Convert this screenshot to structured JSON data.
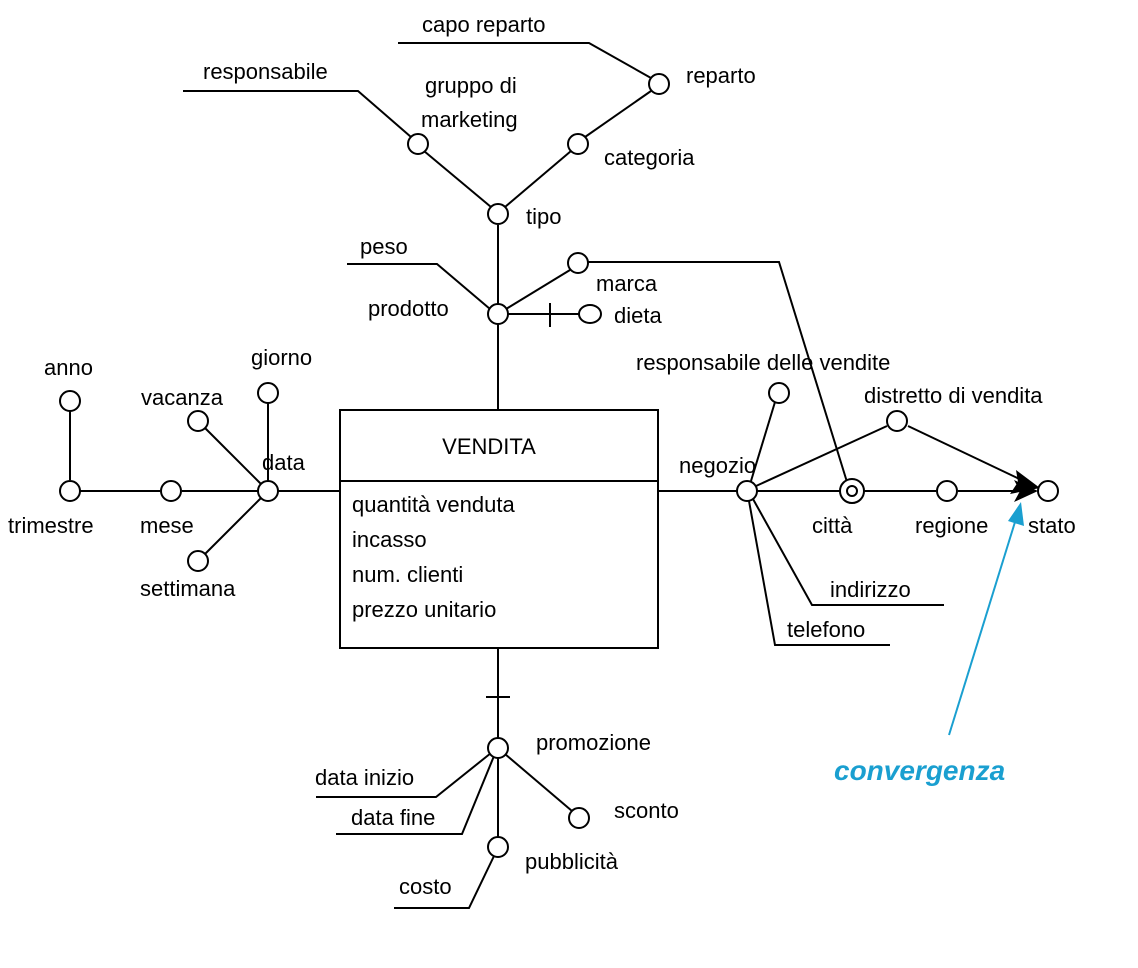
{
  "fact": {
    "name": "VENDITA",
    "measures": [
      "quantità venduta",
      "incasso",
      "num. clienti",
      "prezzo unitario"
    ]
  },
  "labels": {
    "capo_reparto": "capo reparto",
    "reparto": "reparto",
    "responsabile": "responsabile",
    "gruppo_line1": "gruppo di",
    "gruppo_line2": "marketing",
    "categoria": "categoria",
    "tipo": "tipo",
    "peso": "peso",
    "marca": "marca",
    "prodotto": "prodotto",
    "dieta": "dieta",
    "responsabile_vendite": "responsabile delle vendite",
    "distretto": "distretto di vendita",
    "anno": "anno",
    "giorno": "giorno",
    "vacanza": "vacanza",
    "data": "data",
    "negozio": "negozio",
    "trimestre": "trimestre",
    "mese": "mese",
    "citta": "città",
    "regione": "regione",
    "stato": "stato",
    "settimana": "settimana",
    "indirizzo": "indirizzo",
    "telefono": "telefono",
    "promozione": "promozione",
    "data_inizio": "data inizio",
    "data_fine": "data fine",
    "sconto": "sconto",
    "costo": "costo",
    "pubblicita": "pubblicità",
    "convergenza": "convergenza"
  },
  "colors": {
    "annotation": "#1a9fd0",
    "lines": "#000000"
  }
}
